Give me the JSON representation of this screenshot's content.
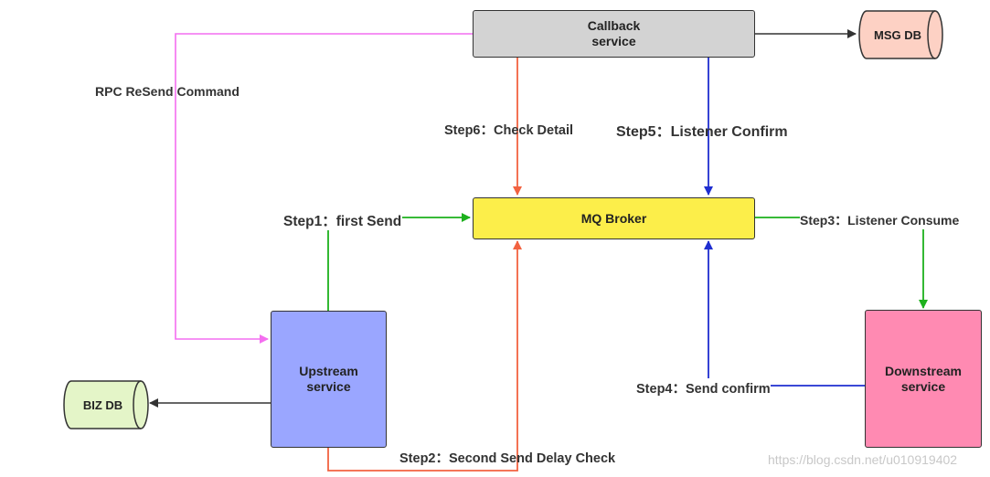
{
  "nodes": {
    "callback": {
      "label": "Callback\nservice",
      "color": "#d3d3d3"
    },
    "mq_broker": {
      "label": "MQ Broker",
      "color": "#fcee4a"
    },
    "upstream": {
      "label": "Upstream\nservice",
      "color": "#9aa6ff"
    },
    "downstream": {
      "label": "Downstream\nservice",
      "color": "#ff8ab2"
    },
    "msg_db": {
      "label": "MSG DB",
      "color": "#fdd1c4"
    },
    "biz_db": {
      "label": "BIZ DB",
      "color": "#e4f5c8"
    }
  },
  "edges": {
    "rpc_resend": {
      "label": "RPC ReSend Command",
      "color": "#f46ef0"
    },
    "step1": {
      "label": "Step1：first Send",
      "color": "#1db11d"
    },
    "step2": {
      "label": "Step2：Second Send Delay Check",
      "color": "#f26240"
    },
    "step3": {
      "label": "Step3：Listener Consume",
      "color": "#1db11d"
    },
    "step4": {
      "label": "Step4：Send confirm",
      "color": "#1f2ed0"
    },
    "step5": {
      "label": "Step5：Listener Confirm",
      "color": "#1f2ed0"
    },
    "step6": {
      "label": "Step6：Check Detail",
      "color": "#f26240"
    }
  },
  "watermark": "https://blog.csdn.net/u010919402"
}
